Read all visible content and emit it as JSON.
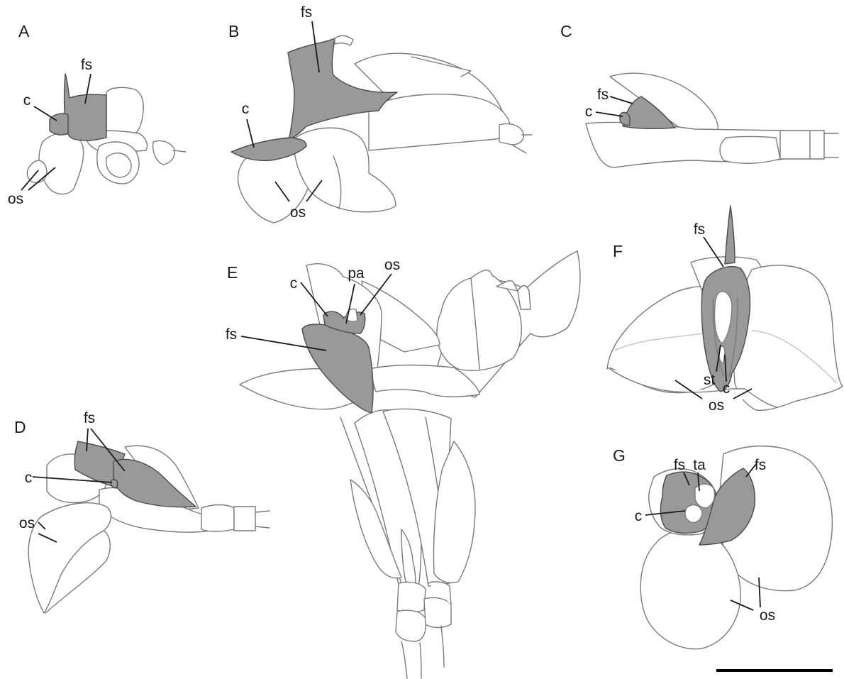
{
  "figure": {
    "panels": [
      {
        "id": "A",
        "label": "A",
        "annotations": [
          "fs",
          "c",
          "os"
        ]
      },
      {
        "id": "B",
        "label": "B",
        "annotations": [
          "fs",
          "c",
          "os"
        ]
      },
      {
        "id": "C",
        "label": "C",
        "annotations": [
          "fs",
          "c"
        ]
      },
      {
        "id": "D",
        "label": "D",
        "annotations": [
          "fs",
          "c",
          "os"
        ]
      },
      {
        "id": "E",
        "label": "E",
        "annotations": [
          "pa",
          "os",
          "c",
          "fs"
        ]
      },
      {
        "id": "F",
        "label": "F",
        "annotations": [
          "fs",
          "st",
          "c",
          "os"
        ]
      },
      {
        "id": "G",
        "label": "G",
        "annotations": [
          "fs",
          "ta",
          "fs",
          "c",
          "os"
        ]
      }
    ],
    "colors": {
      "highlight_fill": "#999999",
      "outline": "#7a7a7a",
      "leader_line": "#1a1a1a",
      "background": "#ffffff"
    },
    "scale_bar_present": true
  }
}
